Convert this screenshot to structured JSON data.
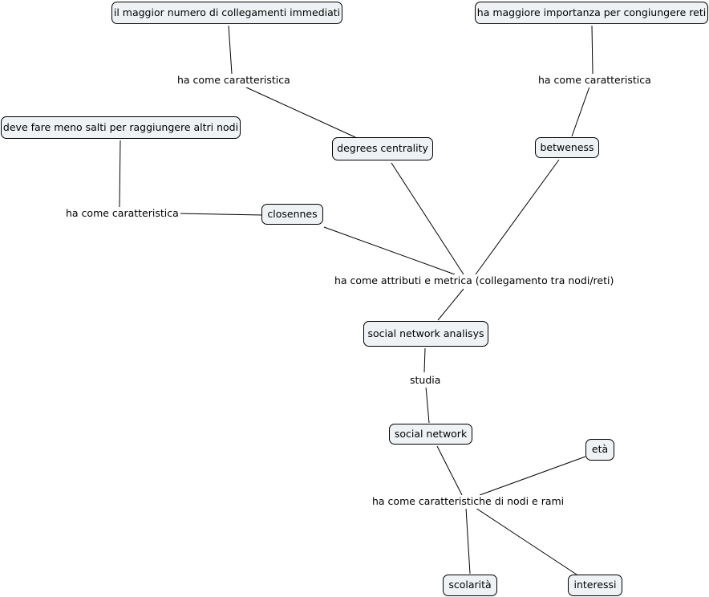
{
  "nodes": {
    "maggior_numero": "il maggior numero di collegamenti immediati",
    "maggiore_importanza": "ha maggiore importanza per congiungere reti",
    "meno_salti": "deve fare meno salti per raggiungere altri nodi",
    "degrees_centrality": "degrees centrality",
    "betweness": "betweness",
    "closennes": "closennes",
    "social_network_analisys": "social network analisys",
    "social_network": "social network",
    "eta": "età",
    "scolarita": "scolarità",
    "interessi": "interessi"
  },
  "links": {
    "caratteristica_degrees": "ha come caratteristica",
    "caratteristica_betweness": "ha come caratteristica",
    "caratteristica_closennes": "ha come caratteristica",
    "attributi_metrica": "ha come attributi e metrica (collegamento tra nodi/reti)",
    "studia": "studia",
    "caratteristiche_nodi": "ha come caratteristiche di nodi e rami"
  }
}
